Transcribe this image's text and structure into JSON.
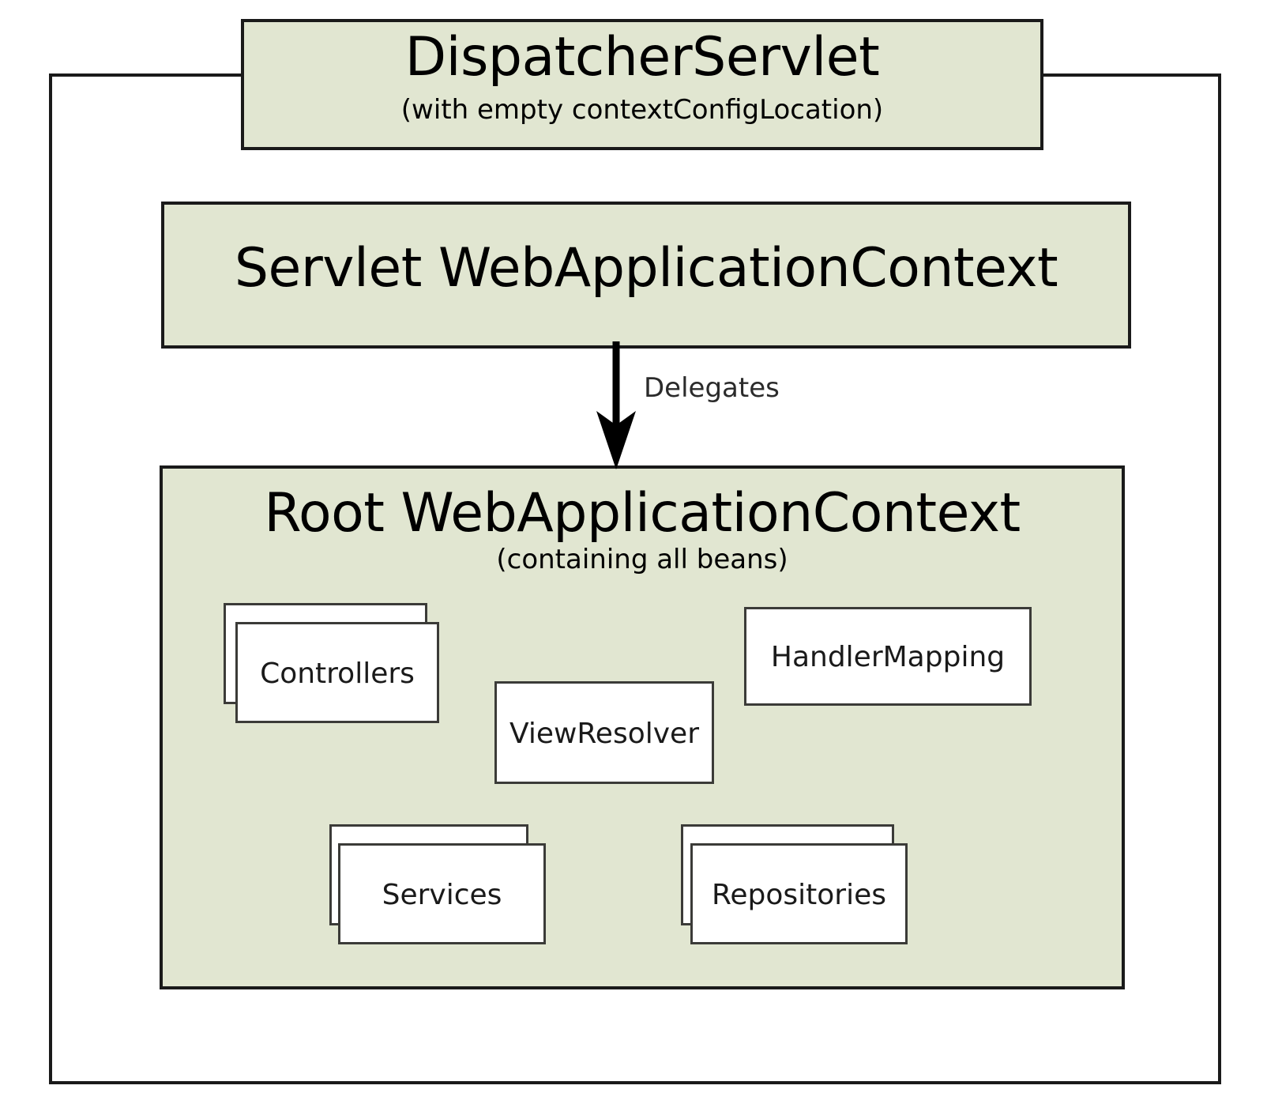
{
  "diagram": {
    "type": "spring-mvc-context-hierarchy",
    "background_color": "#ffffff",
    "context_fill_color": "#e1e6d1",
    "border_color": "#1a1a1a",
    "card_fill_color": "#ffffff",
    "card_border_color": "#3b3b38",
    "outer_frame": {
      "name": "servlet-container-frame",
      "label": ""
    },
    "dispatcher_servlet": {
      "title": "DispatcherServlet",
      "subtitle": "(with empty contextConfigLocation)"
    },
    "servlet_context": {
      "title": "Servlet WebApplicationContext"
    },
    "edge": {
      "label": "Delegates",
      "direction": "down",
      "from": "Servlet WebApplicationContext",
      "to": "Root WebApplicationContext"
    },
    "root_context": {
      "title": "Root WebApplicationContext",
      "subtitle": "(containing all beans)",
      "beans": [
        {
          "label": "Controllers",
          "stacked": true,
          "name": "controllers-card"
        },
        {
          "label": "ViewResolver",
          "stacked": false,
          "name": "view-resolver-card"
        },
        {
          "label": "HandlerMapping",
          "stacked": false,
          "name": "handler-mapping-card"
        },
        {
          "label": "Services",
          "stacked": true,
          "name": "services-card"
        },
        {
          "label": "Repositories",
          "stacked": true,
          "name": "repositories-card"
        }
      ]
    }
  }
}
